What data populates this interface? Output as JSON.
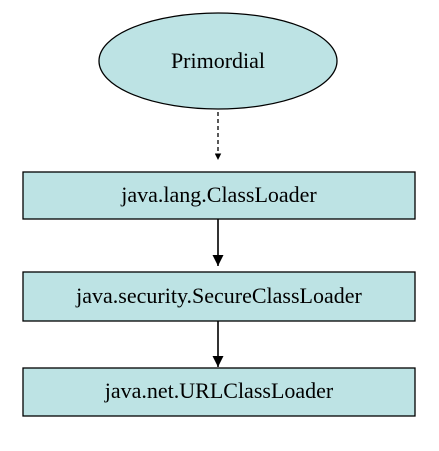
{
  "diagram": {
    "nodes": [
      {
        "id": "primordial",
        "label": "Primordial",
        "shape": "ellipse"
      },
      {
        "id": "classloader",
        "label": "java.lang.ClassLoader",
        "shape": "rect"
      },
      {
        "id": "secureclassloader",
        "label": "java.security.SecureClassLoader",
        "shape": "rect"
      },
      {
        "id": "urlclassloader",
        "label": "java.net.URLClassLoader",
        "shape": "rect"
      }
    ],
    "edges": [
      {
        "from": "primordial",
        "to": "classloader",
        "style": "dashed"
      },
      {
        "from": "classloader",
        "to": "secureclassloader",
        "style": "solid"
      },
      {
        "from": "secureclassloader",
        "to": "urlclassloader",
        "style": "solid"
      }
    ],
    "colors": {
      "node_fill": "#bde3e4",
      "node_stroke": "#000000",
      "edge": "#000000"
    }
  }
}
